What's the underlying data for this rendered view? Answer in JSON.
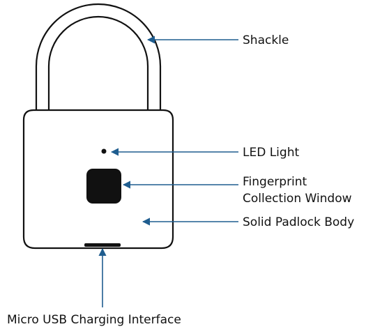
{
  "labels": {
    "shackle": "Shackle",
    "led_light": "LED Light",
    "fingerprint_line1": "Fingerprint",
    "fingerprint_line2": "Collection Window",
    "body": "Solid Padlock Body",
    "usb": "Micro USB Charging Interface"
  },
  "colors": {
    "outline": "#111111",
    "callout": "#1f5d8f",
    "sensor": "#111111",
    "background": "#ffffff"
  }
}
